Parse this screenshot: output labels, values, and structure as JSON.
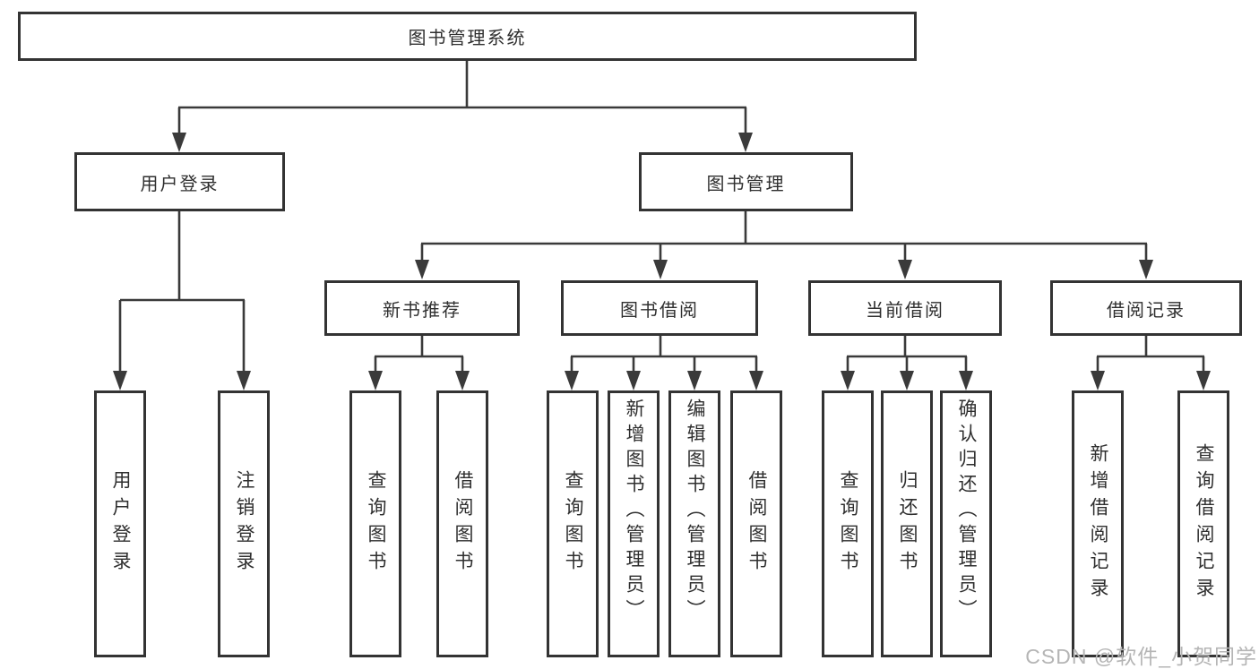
{
  "diagram": {
    "root": {
      "label": "图书管理系统"
    },
    "level2": [
      {
        "label": "用户登录"
      },
      {
        "label": "图书管理"
      }
    ],
    "level3": [
      {
        "label": "新书推荐"
      },
      {
        "label": "图书借阅"
      },
      {
        "label": "当前借阅"
      },
      {
        "label": "借阅记录"
      }
    ],
    "leaves": [
      {
        "label": "用户登录"
      },
      {
        "label": "注销登录"
      },
      {
        "label": "查询图书"
      },
      {
        "label": "借阅图书"
      },
      {
        "label": "查询图书"
      },
      {
        "label": "新增图书（管理员）"
      },
      {
        "label": "编辑图书（管理员）"
      },
      {
        "label": "借阅图书"
      },
      {
        "label": "查询图书"
      },
      {
        "label": "归还图书"
      },
      {
        "label": "确认归还（管理员）"
      },
      {
        "label": "新增借阅记录"
      },
      {
        "label": "查询借阅记录"
      }
    ]
  },
  "watermark": {
    "text": "CSDN @软件_小贺同学"
  },
  "colors": {
    "line": "#3a3a3a",
    "border": "#333333",
    "text": "#2f2f2f",
    "watermark": "#b5b5b5",
    "background": "#ffffff"
  }
}
